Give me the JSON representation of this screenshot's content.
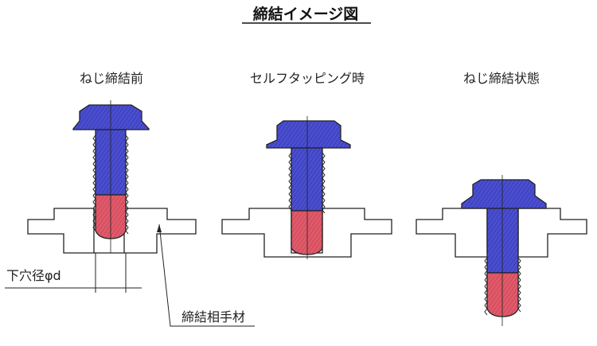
{
  "title": "締結イメージ図",
  "stages": {
    "before": "ねじ締結前",
    "tapping": "セルフタッピング時",
    "fastened": "ねじ締結状態"
  },
  "annotations": {
    "hole_diameter": "下穴径φd",
    "mating_member": "締結相手材"
  },
  "colors": {
    "screw_blue": "#4a4ed0",
    "thread_red": "#e05a6a",
    "outline": "#222222"
  }
}
